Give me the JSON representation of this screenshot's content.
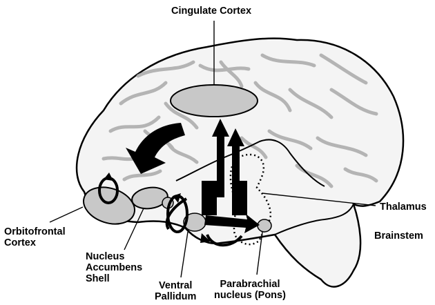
{
  "labels": {
    "cingulate": "Cingulate Cortex",
    "thalamus": "Thalamus",
    "brainstem": "Brainstem",
    "orbitofrontal": [
      "Orbitofrontal",
      "Cortex"
    ],
    "accumbens": [
      "Nucleus",
      "Accumbens",
      "Shell"
    ],
    "pallidum": [
      "Ventral",
      "Pallidum"
    ],
    "parabrachial": [
      "Parabrachial",
      "nucleus (Pons)"
    ]
  },
  "colors": {
    "region_fill": "#c8c8c8",
    "outline": "#000000",
    "sulci": "#a9a9a9",
    "arrow": "#000000"
  }
}
